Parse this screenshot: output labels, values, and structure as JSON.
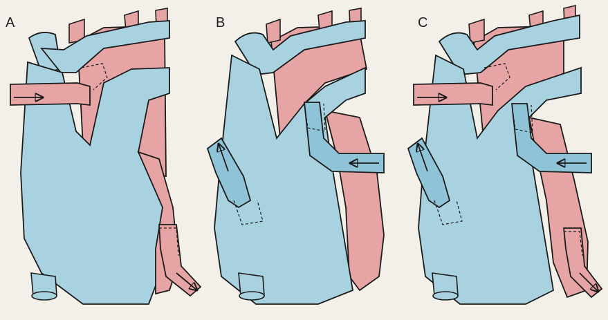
{
  "panels": [
    {
      "label": "A",
      "flow_in": "aorta-in",
      "flow_out": "pulmonary-out"
    },
    {
      "label": "B",
      "flow_in": "right-vein-in",
      "flow_out": "left-vein-out"
    },
    {
      "label": "C",
      "flow_in": "aorta-in",
      "flow_out": "pulmonary-out"
    }
  ],
  "colors": {
    "background": "#f3f0ea",
    "venous_blue": "#a9d2e0",
    "venous_blue_shade": "#8fc3d8",
    "arterial_red": "#e6a4a4",
    "arterial_red_shade": "#d98b8b",
    "outline": "#1b1b1b"
  },
  "icons": [
    "flow-arrow-icon"
  ]
}
